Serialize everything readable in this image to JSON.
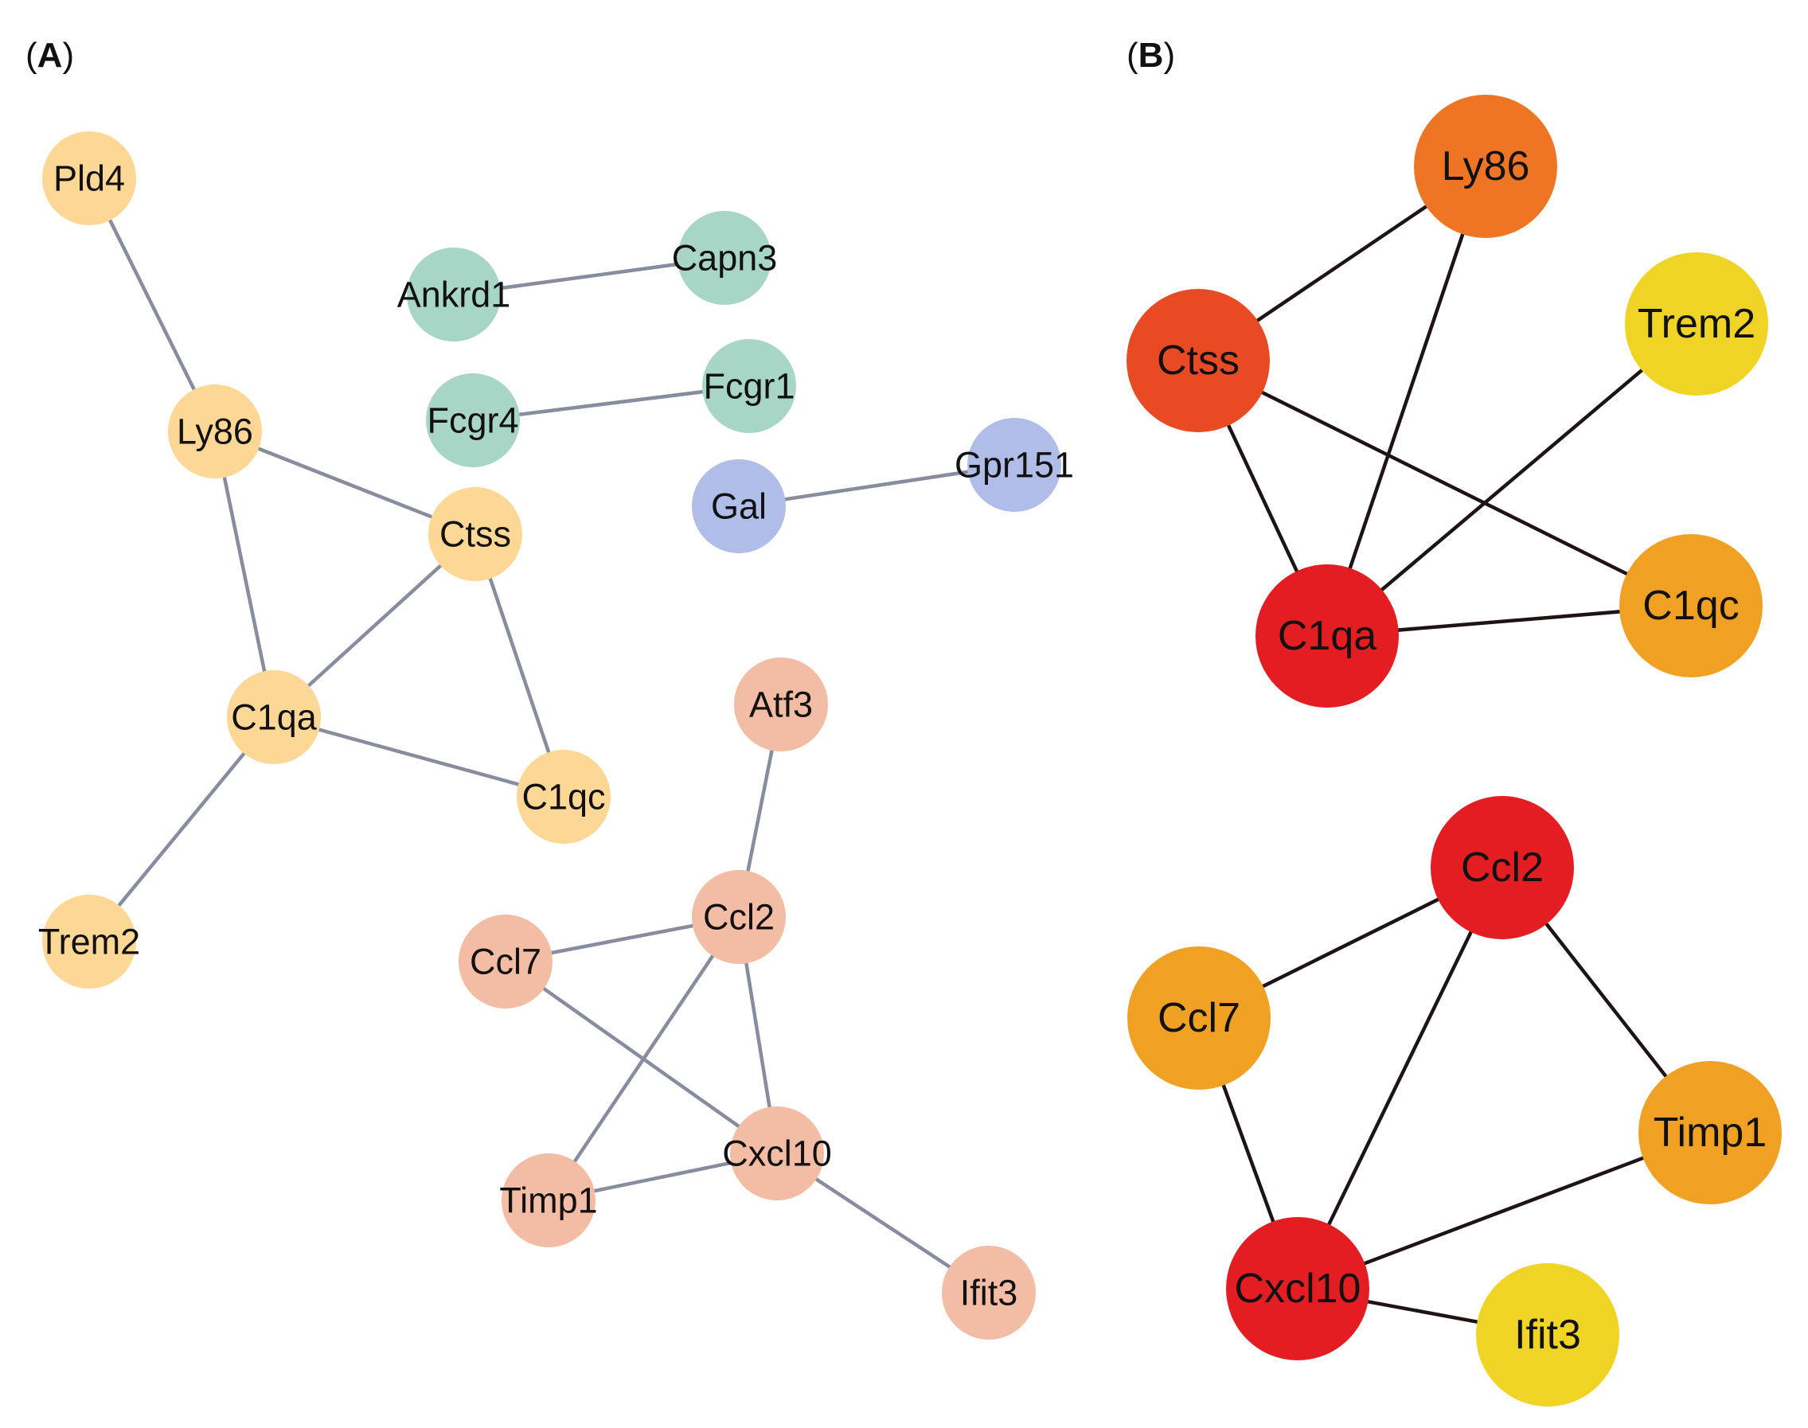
{
  "panel_a": {
    "label": "A",
    "nodes": [
      {
        "id": "Pld4",
        "label": "Pld4",
        "color": "#fdd795"
      },
      {
        "id": "Ly86",
        "label": "Ly86",
        "color": "#fdd795"
      },
      {
        "id": "Ctss",
        "label": "Ctss",
        "color": "#fdd795"
      },
      {
        "id": "C1qa",
        "label": "C1qa",
        "color": "#fdd795"
      },
      {
        "id": "C1qc",
        "label": "C1qc",
        "color": "#fdd795"
      },
      {
        "id": "Trem2",
        "label": "Trem2",
        "color": "#fdd795"
      },
      {
        "id": "Ankrd1",
        "label": "Ankrd1",
        "color": "#a7d6c6"
      },
      {
        "id": "Capn3",
        "label": "Capn3",
        "color": "#a7d6c6"
      },
      {
        "id": "Fcgr4",
        "label": "Fcgr4",
        "color": "#a7d6c6"
      },
      {
        "id": "Fcgr1",
        "label": "Fcgr1",
        "color": "#a7d6c6"
      },
      {
        "id": "Gal",
        "label": "Gal",
        "color": "#b1bde9"
      },
      {
        "id": "Gpr151",
        "label": "Gpr151",
        "color": "#b1bde9"
      },
      {
        "id": "Atf3",
        "label": "Atf3",
        "color": "#f2bca5"
      },
      {
        "id": "Ccl2",
        "label": "Ccl2",
        "color": "#f2bca5"
      },
      {
        "id": "Ccl7",
        "label": "Ccl7",
        "color": "#f2bca5"
      },
      {
        "id": "Cxcl10",
        "label": "Cxcl10",
        "color": "#f2bca5"
      },
      {
        "id": "Timp1",
        "label": "Timp1",
        "color": "#f2bca5"
      },
      {
        "id": "Ifit3",
        "label": "Ifit3",
        "color": "#f2bca5"
      }
    ],
    "edges": [
      [
        "Pld4",
        "Ly86"
      ],
      [
        "Ly86",
        "Ctss"
      ],
      [
        "Ly86",
        "C1qa"
      ],
      [
        "Ctss",
        "C1qa"
      ],
      [
        "Ctss",
        "C1qc"
      ],
      [
        "C1qa",
        "C1qc"
      ],
      [
        "C1qa",
        "Trem2"
      ],
      [
        "Ankrd1",
        "Capn3"
      ],
      [
        "Fcgr4",
        "Fcgr1"
      ],
      [
        "Gal",
        "Gpr151"
      ],
      [
        "Atf3",
        "Ccl2"
      ],
      [
        "Ccl7",
        "Ccl2"
      ],
      [
        "Ccl2",
        "Timp1"
      ],
      [
        "Ccl2",
        "Cxcl10"
      ],
      [
        "Ccl7",
        "Cxcl10"
      ],
      [
        "Timp1",
        "Cxcl10"
      ],
      [
        "Cxcl10",
        "Ifit3"
      ]
    ]
  },
  "panel_b": {
    "label": "B",
    "nodes": [
      {
        "id": "Ly86",
        "label": "Ly86",
        "color": "#ed7524"
      },
      {
        "id": "Ctss",
        "label": "Ctss",
        "color": "#e84a23"
      },
      {
        "id": "Trem2",
        "label": "Trem2",
        "color": "#f0d425"
      },
      {
        "id": "C1qa",
        "label": "C1qa",
        "color": "#e31d22"
      },
      {
        "id": "C1qc",
        "label": "C1qc",
        "color": "#f0a123"
      },
      {
        "id": "Ccl2",
        "label": "Ccl2",
        "color": "#e31d22"
      },
      {
        "id": "Ccl7",
        "label": "Ccl7",
        "color": "#f0a123"
      },
      {
        "id": "Timp1",
        "label": "Timp1",
        "color": "#f0a123"
      },
      {
        "id": "Cxcl10",
        "label": "Cxcl10",
        "color": "#e31d22"
      },
      {
        "id": "Ifit3",
        "label": "Ifit3",
        "color": "#f0d425"
      }
    ],
    "edges": [
      [
        "Ly86",
        "Ctss"
      ],
      [
        "Ly86",
        "C1qa"
      ],
      [
        "Ctss",
        "C1qa"
      ],
      [
        "Ctss",
        "C1qc"
      ],
      [
        "Trem2",
        "C1qa"
      ],
      [
        "C1qa",
        "C1qc"
      ],
      [
        "Ccl2",
        "Ccl7"
      ],
      [
        "Ccl2",
        "Cxcl10"
      ],
      [
        "Ccl2",
        "Timp1"
      ],
      [
        "Ccl7",
        "Cxcl10"
      ],
      [
        "Timp1",
        "Cxcl10"
      ],
      [
        "Cxcl10",
        "Ifit3"
      ]
    ]
  }
}
